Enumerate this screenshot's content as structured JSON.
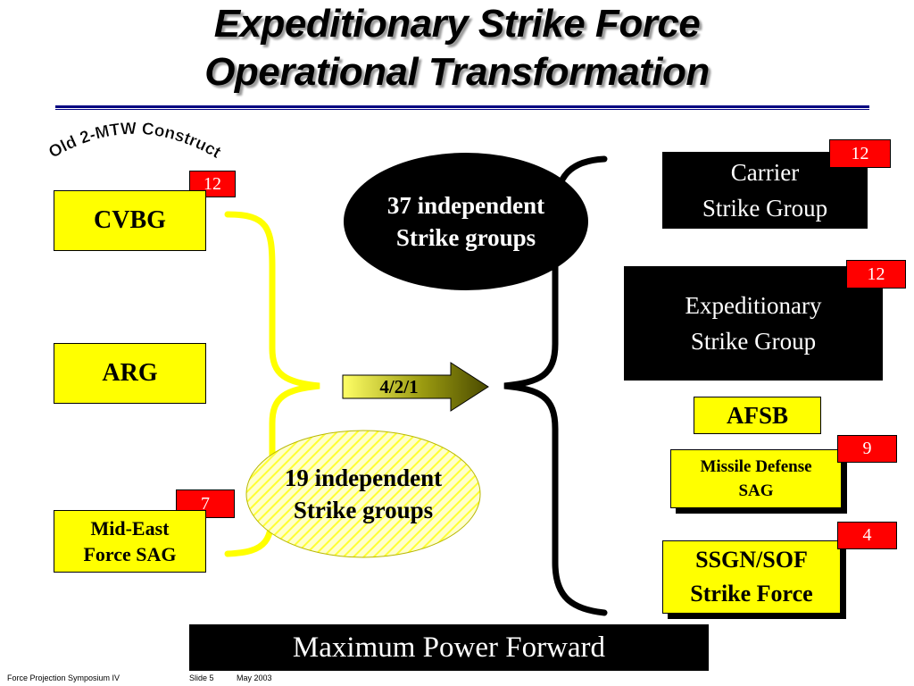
{
  "title": {
    "line1": "Expeditionary Strike Force",
    "line2": "Operational Transformation"
  },
  "arc_label": "Old 2-MTW Construct",
  "old_construct": [
    {
      "label": "CVBG",
      "count": "12"
    },
    {
      "label": "ARG",
      "count": ""
    },
    {
      "label": "Mid-East\nForce SAG",
      "count": "7"
    }
  ],
  "center": {
    "top_ellipse": "37 independent\nStrike groups",
    "bottom_ellipse": "19 independent\nStrike groups",
    "arrow_label": "4/2/1"
  },
  "new_construct": [
    {
      "label": "Carrier\nStrike Group",
      "count": "12"
    },
    {
      "label": "Expeditionary\nStrike Group",
      "count": "12"
    },
    {
      "label": "AFSB",
      "count": ""
    },
    {
      "label": "Missile Defense\nSAG",
      "count": "9"
    },
    {
      "label": "SSGN/SOF\nStrike Force",
      "count": "4"
    }
  ],
  "banner": "Maximum Power Forward",
  "footer": {
    "left": "Force Projection Symposium IV",
    "slide": "Slide 5",
    "date": "May 2003"
  },
  "colors": {
    "highlight": "#ffff00",
    "count_badge": "#ff0000",
    "rule": "#000080",
    "arrow": "#6b6b00"
  }
}
